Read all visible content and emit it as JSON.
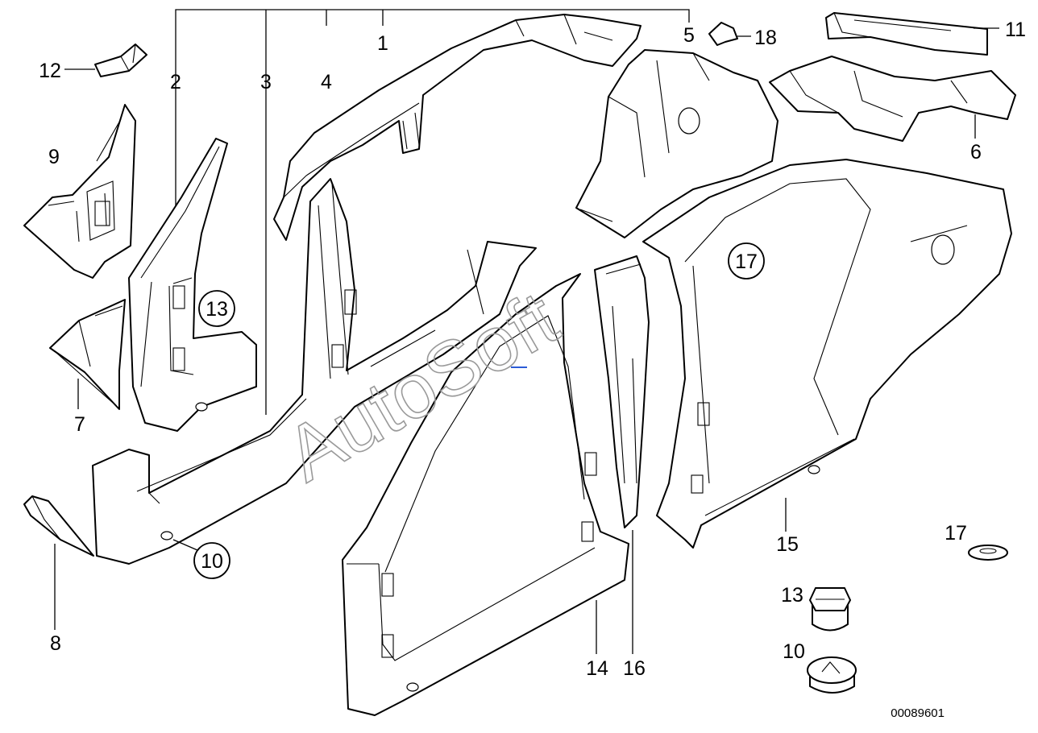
{
  "watermark": "AutoSoft",
  "diagram_code": "00089601",
  "callouts": {
    "c1": "1",
    "c2": "2",
    "c3": "3",
    "c4": "4",
    "c5": "5",
    "c6": "6",
    "c7": "7",
    "c8": "8",
    "c9": "9",
    "c10_circle": "10",
    "c10_part": "10",
    "c11": "11",
    "c12": "12",
    "c13_circle": "13",
    "c13_part": "13",
    "c14": "14",
    "c15": "15",
    "c16": "16",
    "c17_circle": "17",
    "c17_part": "17",
    "c18": "18"
  }
}
